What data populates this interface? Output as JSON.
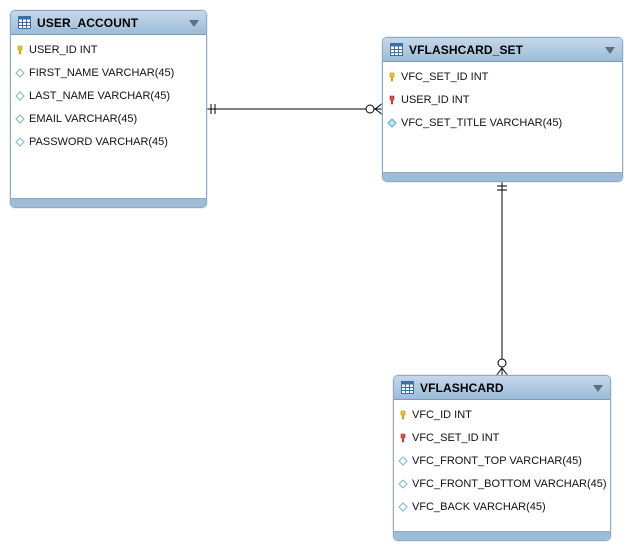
{
  "colors": {
    "header_fill": "#9cbcd8",
    "border": "#8ea9c4",
    "primary_key": "#f2c12e",
    "foreign_key": "#d9534f",
    "attribute": "#7fb4c9",
    "line": "#000000"
  },
  "entities": {
    "user_account": {
      "title": "USER_ACCOUNT",
      "columns": [
        {
          "label": "USER_ID INT",
          "icon": "primary-key-icon"
        },
        {
          "label": "FIRST_NAME VARCHAR(45)",
          "icon": "attribute-diamond-icon"
        },
        {
          "label": "LAST_NAME VARCHAR(45)",
          "icon": "attribute-diamond-icon"
        },
        {
          "label": "EMAIL VARCHAR(45)",
          "icon": "attribute-diamond-icon"
        },
        {
          "label": "PASSWORD VARCHAR(45)",
          "icon": "attribute-diamond-icon"
        }
      ]
    },
    "vflashcard_set": {
      "title": "VFLASHCARD_SET",
      "columns": [
        {
          "label": "VFC_SET_ID INT",
          "icon": "primary-key-icon"
        },
        {
          "label": "USER_ID INT",
          "icon": "foreign-key-icon"
        },
        {
          "label": "VFC_SET_TITLE VARCHAR(45)",
          "icon": "attribute-diamond-icon"
        }
      ]
    },
    "vflashcard": {
      "title": "VFLASHCARD",
      "columns": [
        {
          "label": "VFC_ID INT",
          "icon": "primary-key-icon"
        },
        {
          "label": "VFC_SET_ID INT",
          "icon": "foreign-key-icon"
        },
        {
          "label": "VFC_FRONT_TOP VARCHAR(45)",
          "icon": "attribute-diamond-icon"
        },
        {
          "label": "VFC_FRONT_BOTTOM VARCHAR(45)",
          "icon": "attribute-diamond-icon"
        },
        {
          "label": "VFC_BACK VARCHAR(45)",
          "icon": "attribute-diamond-icon"
        }
      ]
    }
  },
  "relationships": [
    {
      "from": "USER_ACCOUNT",
      "to": "VFLASHCARD_SET",
      "from_cardinality": "one-and-only-one",
      "to_cardinality": "zero-or-many"
    },
    {
      "from": "VFLASHCARD_SET",
      "to": "VFLASHCARD",
      "from_cardinality": "one-and-only-one",
      "to_cardinality": "zero-or-many"
    }
  ]
}
